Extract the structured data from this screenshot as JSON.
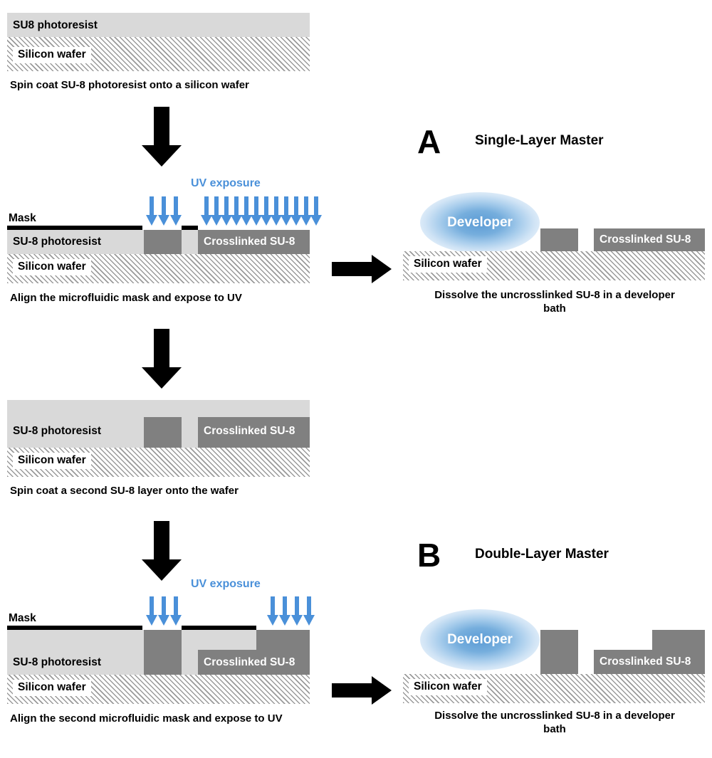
{
  "figure": {
    "title_hidden": "SU-8 photolithography master fabrication workflow",
    "colors": {
      "resist": "#d9d9d9",
      "crosslinked": "#808080",
      "wafer_hatch": "#9a9a9a",
      "uv_blue": "#4a90d9",
      "developer_blue": "#5b9bd5",
      "mask_black": "#000000"
    }
  },
  "steps": {
    "step1": {
      "resist_label": "SU8 photoresist",
      "wafer_label": "Silicon wafer",
      "caption": "Spin coat SU-8 photoresist onto a silicon wafer"
    },
    "step2": {
      "mask_label": "Mask",
      "resist_label": "SU-8 photoresist",
      "crosslinked_label": "Crosslinked SU-8",
      "wafer_label": "Silicon wafer",
      "uv_label": "UV exposure",
      "caption": "Align the microfluidic mask and expose to UV",
      "uv_arrows_group1": 3,
      "uv_arrows_group2": 12
    },
    "step3": {
      "resist_label": "SU-8 photoresist",
      "crosslinked_label": "Crosslinked SU-8",
      "wafer_label": "Silicon wafer",
      "caption": "Spin coat a second SU-8 layer onto the wafer"
    },
    "step4": {
      "mask_label": "Mask",
      "resist_label": "SU-8 photoresist",
      "crosslinked_label": "Crosslinked SU-8",
      "wafer_label": "Silicon wafer",
      "uv_label": "UV exposure",
      "caption": "Align the second microfluidic mask and expose to UV",
      "uv_arrows_group1": 3,
      "uv_arrows_group2": 4
    }
  },
  "panels": {
    "a": {
      "letter": "A",
      "title": "Single-Layer Master",
      "developer_label": "Developer",
      "crosslinked_label": "Crosslinked SU-8",
      "wafer_label": "Silicon wafer",
      "caption": "Dissolve the uncrosslinked SU-8 in a developer bath"
    },
    "b": {
      "letter": "B",
      "title": "Double-Layer Master",
      "developer_label": "Developer",
      "crosslinked_label": "Crosslinked SU-8",
      "wafer_label": "Silicon wafer",
      "caption": "Dissolve the uncrosslinked SU-8 in a developer bath"
    }
  },
  "flow": {
    "down_arrow_1": "down-arrow",
    "down_arrow_2": "down-arrow",
    "right_arrow_a": "right-arrow",
    "right_arrow_b": "right-arrow"
  }
}
